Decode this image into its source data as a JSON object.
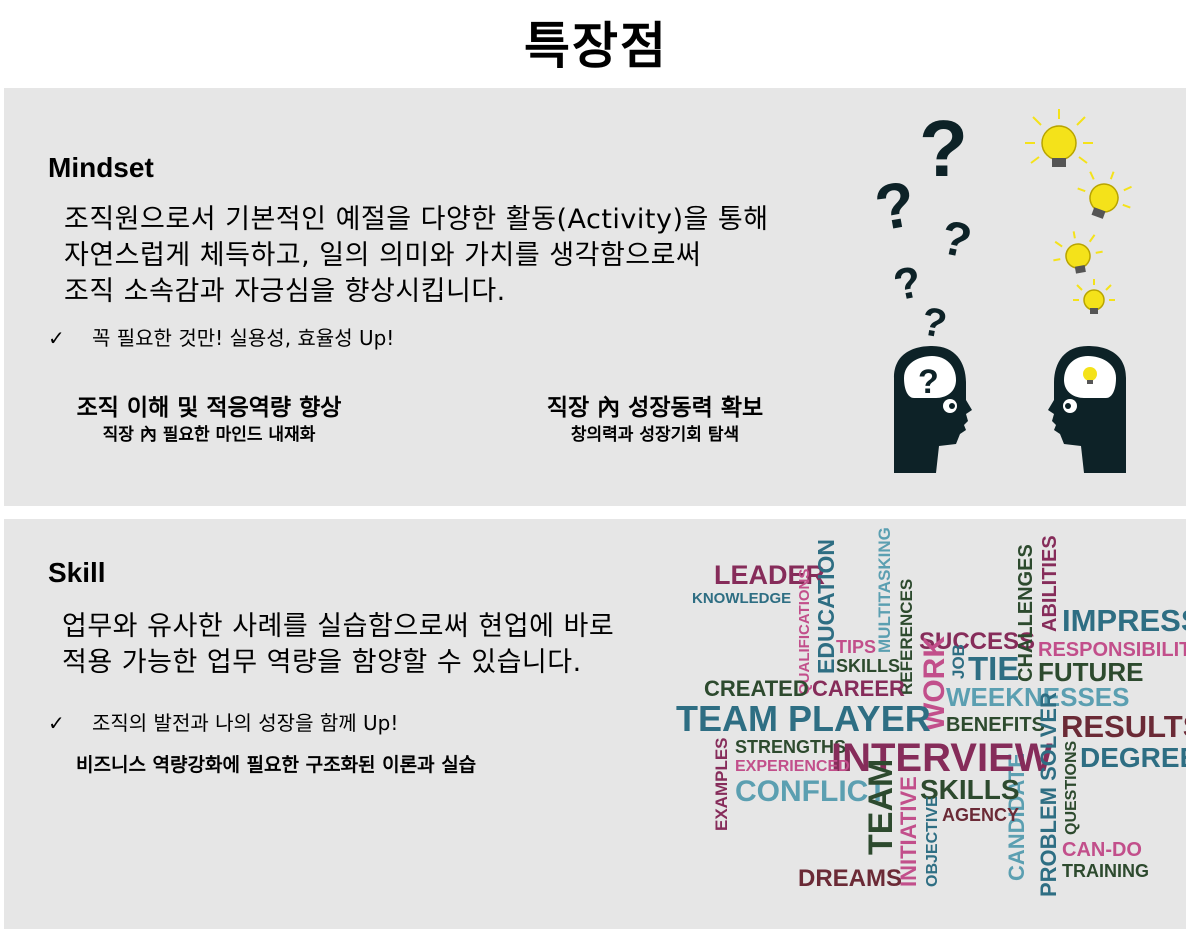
{
  "page_title": "특장점",
  "mindset": {
    "heading": "Mindset",
    "description": [
      "조직원으로서 기본적인 예절을 다양한 활동(Activity)을 통해",
      "자연스럽게 체득하고, 일의 의미와 가치를 생각함으로써",
      "조직 소속감과 자긍심을 향상시킵니다."
    ],
    "check_mark": "✓",
    "check_text": "꼭 필요한 것만! 실용성, 효율성 Up!",
    "points": [
      {
        "title": "조직 이해 및 적응역량 향상",
        "subtitle": "직장 內 필요한 마인드 내재화"
      },
      {
        "title": "직장 內 성장동력 확보",
        "subtitle": "창의력과 성장기회 탐색"
      }
    ],
    "illustration": {
      "head_color": "#0d2227",
      "bulb_color": "#f4e21a",
      "question_mark": "?"
    }
  },
  "skill": {
    "heading": "Skill",
    "description": [
      "업무와 유사한 사례를 실습함으로써 현업에 바로",
      "적용 가능한 업무 역량을 함양할 수 있습니다."
    ],
    "check_mark": "✓",
    "check_text": "조직의 발전과 나의 성장을 함께 Up!",
    "bold_line": "비즈니스 역량강화에 필요한 구조화된 이론과 실습",
    "word_cloud": {
      "colors": {
        "maroon": "#862c5a",
        "teal": "#2e6e83",
        "green": "#2d4a2e",
        "light_teal": "#5b9fb1",
        "pink": "#c24f8b",
        "brown": "#6b2a36"
      },
      "words": [
        "LEADER",
        "KNOWLEDGE",
        "QUALIFICATIONS",
        "EDUCATION",
        "MULTITASKING",
        "TIPS",
        "SKILLS",
        "REFERENCES",
        "SUCCESS",
        "CANDIDATE",
        "CHALLENGES",
        "ABILITIES",
        "IMPRESS",
        "RESPONSIBILITY",
        "JOB",
        "TIE",
        "FUTURE",
        "CREATED",
        "CAREER",
        "WORK",
        "WEEKNESSES",
        "TEAM PLAYER",
        "BENEFITS",
        "RESULTS",
        "STRENGTHS",
        "INTERVIEW",
        "EXAMPLES",
        "EXPERIENCED",
        "PROBLEM SOLVER",
        "DEGREE",
        "CONFLICT",
        "TEAM",
        "SKILLS",
        "INITIATIVE",
        "AGENCY",
        "QUESTIONS",
        "OBJECTIVE",
        "CAN-DO",
        "DREAMS",
        "TRAINING"
      ]
    }
  }
}
